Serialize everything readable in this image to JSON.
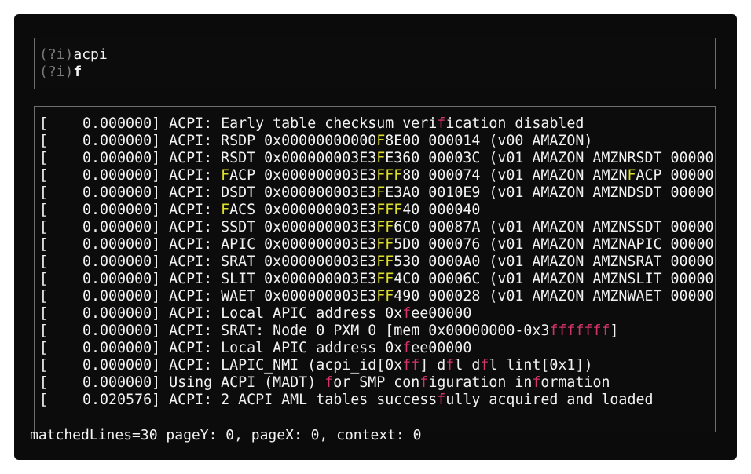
{
  "query": {
    "lines": [
      {
        "prefix": "(?i)",
        "text": "acpi"
      },
      {
        "prefix": "(?i)",
        "text": "f"
      }
    ]
  },
  "colors": {
    "background": "#0b0b0b",
    "text": "#f2f2f2",
    "border": "#6e6e6e",
    "match_red": "#d6336c",
    "match_yellow": "#dede2c",
    "prefix_gray": "#7a7a7a"
  },
  "log": {
    "lines": [
      {
        "segments": [
          {
            "t": "[    0.000000] ACPI: Early table checksum veri"
          },
          {
            "t": "f",
            "c": "r"
          },
          {
            "t": "ication disabled"
          }
        ]
      },
      {
        "segments": [
          {
            "t": "[    0.000000] ACPI: RSDP 0x00000000000"
          },
          {
            "t": "F",
            "c": "y"
          },
          {
            "t": "8E00 000014 (v00 AMAZON)"
          }
        ]
      },
      {
        "segments": [
          {
            "t": "[    0.000000] ACPI: RSDT 0x000000003E3"
          },
          {
            "t": "F",
            "c": "y"
          },
          {
            "t": "E360 00003C (v01 AMAZON AMZNRSDT 00000"
          }
        ]
      },
      {
        "segments": [
          {
            "t": "[    0.000000] ACPI: "
          },
          {
            "t": "F",
            "c": "y"
          },
          {
            "t": "ACP 0x000000003E3"
          },
          {
            "t": "FFF",
            "c": "y"
          },
          {
            "t": "80 000074 (v01 AMAZON AMZN"
          },
          {
            "t": "F",
            "c": "y"
          },
          {
            "t": "ACP 00000"
          }
        ]
      },
      {
        "segments": [
          {
            "t": "[    0.000000] ACPI: DSDT 0x000000003E3"
          },
          {
            "t": "F",
            "c": "y"
          },
          {
            "t": "E3A0 0010E9 (v01 AMAZON AMZNDSDT 00000"
          }
        ]
      },
      {
        "segments": [
          {
            "t": "[    0.000000] ACPI: "
          },
          {
            "t": "F",
            "c": "y"
          },
          {
            "t": "ACS 0x000000003E3"
          },
          {
            "t": "FFF",
            "c": "y"
          },
          {
            "t": "40 000040"
          }
        ]
      },
      {
        "segments": [
          {
            "t": "[    0.000000] ACPI: SSDT 0x000000003E3"
          },
          {
            "t": "FF",
            "c": "y"
          },
          {
            "t": "6C0 00087A (v01 AMAZON AMZNSSDT 00000"
          }
        ]
      },
      {
        "segments": [
          {
            "t": "[    0.000000] ACPI: APIC 0x000000003E3"
          },
          {
            "t": "FF",
            "c": "y"
          },
          {
            "t": "5D0 000076 (v01 AMAZON AMZNAPIC 00000"
          }
        ]
      },
      {
        "segments": [
          {
            "t": "[    0.000000] ACPI: SRAT 0x000000003E3"
          },
          {
            "t": "FF",
            "c": "y"
          },
          {
            "t": "530 0000A0 (v01 AMAZON AMZNSRAT 00000"
          }
        ]
      },
      {
        "segments": [
          {
            "t": "[    0.000000] ACPI: SLIT 0x000000003E3"
          },
          {
            "t": "FF",
            "c": "y"
          },
          {
            "t": "4C0 00006C (v01 AMAZON AMZNSLIT 00000"
          }
        ]
      },
      {
        "segments": [
          {
            "t": "[    0.000000] ACPI: WAET 0x000000003E3"
          },
          {
            "t": "FF",
            "c": "y"
          },
          {
            "t": "490 000028 (v01 AMAZON AMZNWAET 00000"
          }
        ]
      },
      {
        "segments": [
          {
            "t": "[    0.000000] ACPI: Local APIC address 0x"
          },
          {
            "t": "f",
            "c": "r"
          },
          {
            "t": "ee00000"
          }
        ]
      },
      {
        "segments": [
          {
            "t": "[    0.000000] ACPI: SRAT: Node 0 PXM 0 [mem 0x00000000-0x3"
          },
          {
            "t": "fffffff",
            "c": "r"
          },
          {
            "t": "]"
          }
        ]
      },
      {
        "segments": [
          {
            "t": "[    0.000000] ACPI: Local APIC address 0x"
          },
          {
            "t": "f",
            "c": "r"
          },
          {
            "t": "ee00000"
          }
        ]
      },
      {
        "segments": [
          {
            "t": "[    0.000000] ACPI: LAPIC_NMI (acpi_id[0x"
          },
          {
            "t": "ff",
            "c": "r"
          },
          {
            "t": "] d"
          },
          {
            "t": "f",
            "c": "r"
          },
          {
            "t": "l d"
          },
          {
            "t": "f",
            "c": "r"
          },
          {
            "t": "l lint[0x1])"
          }
        ]
      },
      {
        "segments": [
          {
            "t": "[    0.000000] Using ACPI (MADT) "
          },
          {
            "t": "f",
            "c": "r"
          },
          {
            "t": "or SMP con"
          },
          {
            "t": "f",
            "c": "r"
          },
          {
            "t": "iguration in"
          },
          {
            "t": "f",
            "c": "r"
          },
          {
            "t": "ormation"
          }
        ]
      },
      {
        "segments": [
          {
            "t": "[    0.020576] ACPI: 2 ACPI AML tables success"
          },
          {
            "t": "f",
            "c": "r"
          },
          {
            "t": "ully acquired and loaded"
          }
        ]
      }
    ]
  },
  "status": "matchedLines=30 pageY: 0, pageX: 0, context: 0"
}
